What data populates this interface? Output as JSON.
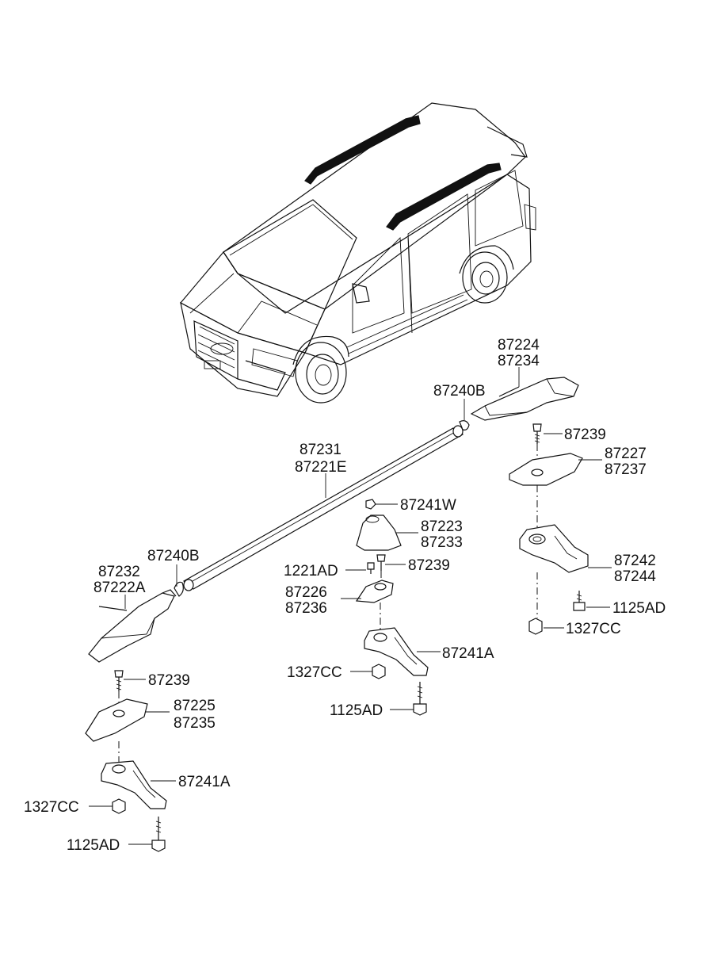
{
  "labels": {
    "l_87224": "87224",
    "l_87234": "87234",
    "l_87240B_r": "87240B",
    "l_87239_r": "87239",
    "l_87227": "87227",
    "l_87237": "87237",
    "l_87231": "87231",
    "l_87221E": "87221E",
    "l_87241W": "87241W",
    "l_87223": "87223",
    "l_87233": "87233",
    "l_1221AD": "1221AD",
    "l_87239_c": "87239",
    "l_87242": "87242",
    "l_87244": "87244",
    "l_87240B_l": "87240B",
    "l_87232": "87232",
    "l_87222A": "87222A",
    "l_87226": "87226",
    "l_87236": "87236",
    "l_1125AD_r": "1125AD",
    "l_1327CC_r": "1327CC",
    "l_87241A_c": "87241A",
    "l_1327CC_c": "1327CC",
    "l_1125AD_c": "1125AD",
    "l_87239_l": "87239",
    "l_87225": "87225",
    "l_87235": "87235",
    "l_87241A_l": "87241A",
    "l_1327CC_l": "1327CC",
    "l_1125AD_l": "1125AD"
  }
}
